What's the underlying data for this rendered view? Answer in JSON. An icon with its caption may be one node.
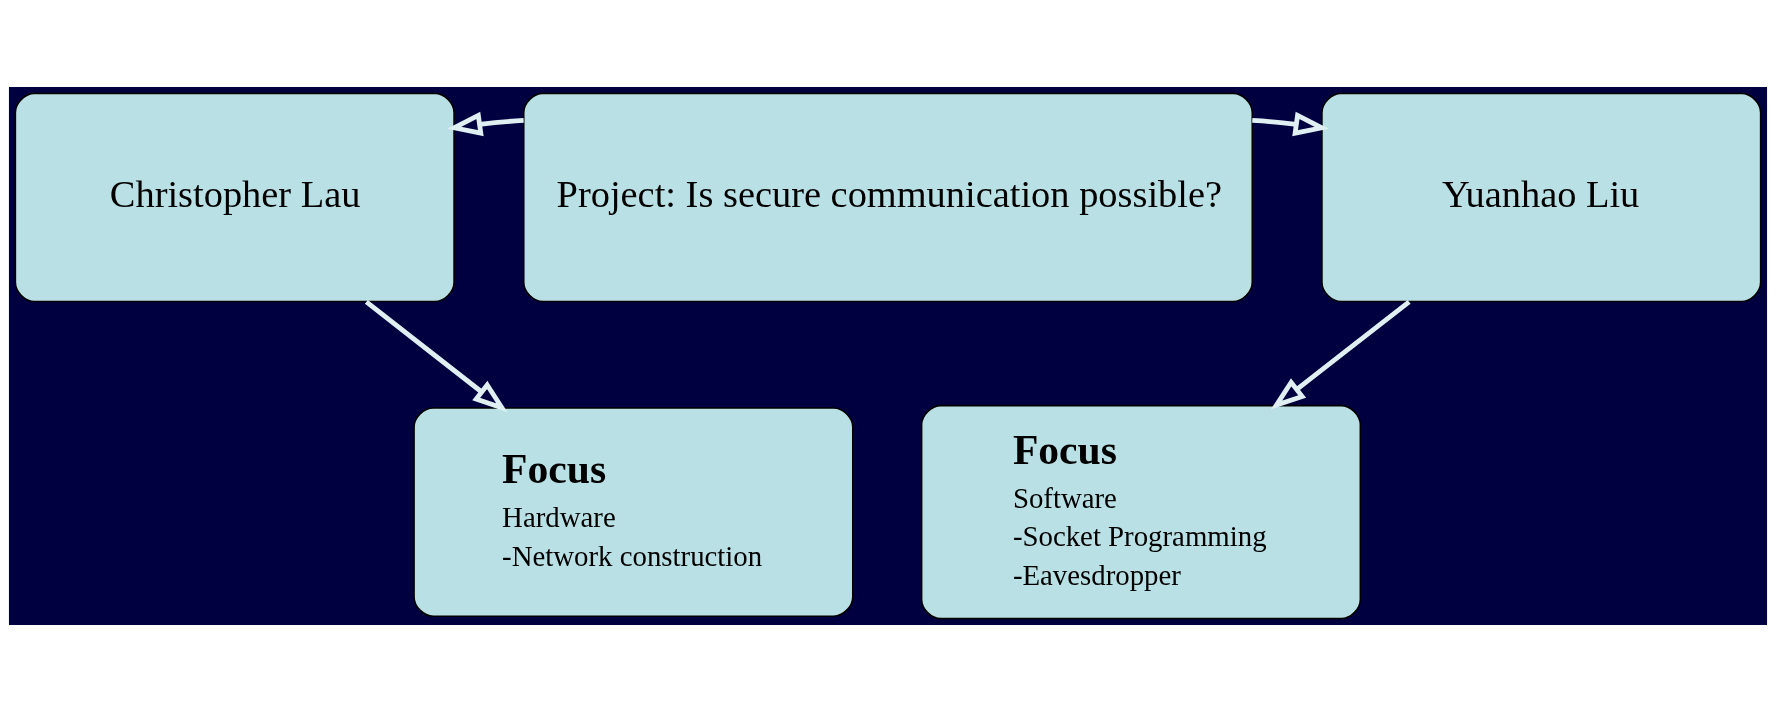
{
  "diagram": {
    "nodes": [
      {
        "text": [
          "Christopher Lau"
        ]
      },
      {
        "text": [
          "Project: Is secure communication possible?"
        ]
      },
      {
        "text": [
          "Yuanhao Liu"
        ]
      },
      {
        "text": [
          "Focus",
          "Hardware",
          "-Network construction"
        ]
      },
      {
        "text": [
          "Focus",
          "Software",
          "-Socket Programming",
          "-Eavesdropper"
        ]
      }
    ],
    "edges": [
      {
        "from": 1,
        "to": 0,
        "arrow": "to"
      },
      {
        "from": 1,
        "to": 2,
        "arrow": "to"
      },
      {
        "from": 0,
        "to": 3,
        "arrow": "to"
      },
      {
        "from": 2,
        "to": 4,
        "arrow": "to"
      }
    ]
  }
}
